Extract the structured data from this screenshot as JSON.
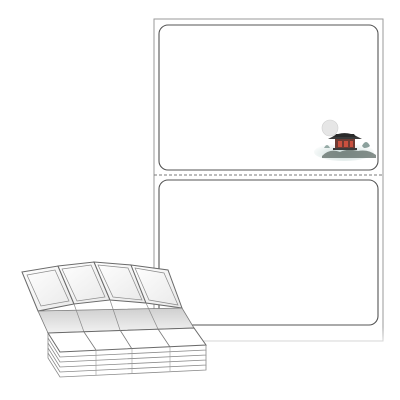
{
  "product": {
    "type": "fanfold label sheet",
    "labels_per_sheet": 2,
    "fanfold_columns": 4,
    "colors": {
      "label_outline": "#6b6b6b",
      "sheet_outline": "#9a9a9a",
      "perforation": "#7a7a7a",
      "sticker_tint": "#f5f5f5"
    }
  },
  "icons": {
    "label_illustration": "pagoda-ink-painting-icon",
    "moon": "moon-icon"
  }
}
